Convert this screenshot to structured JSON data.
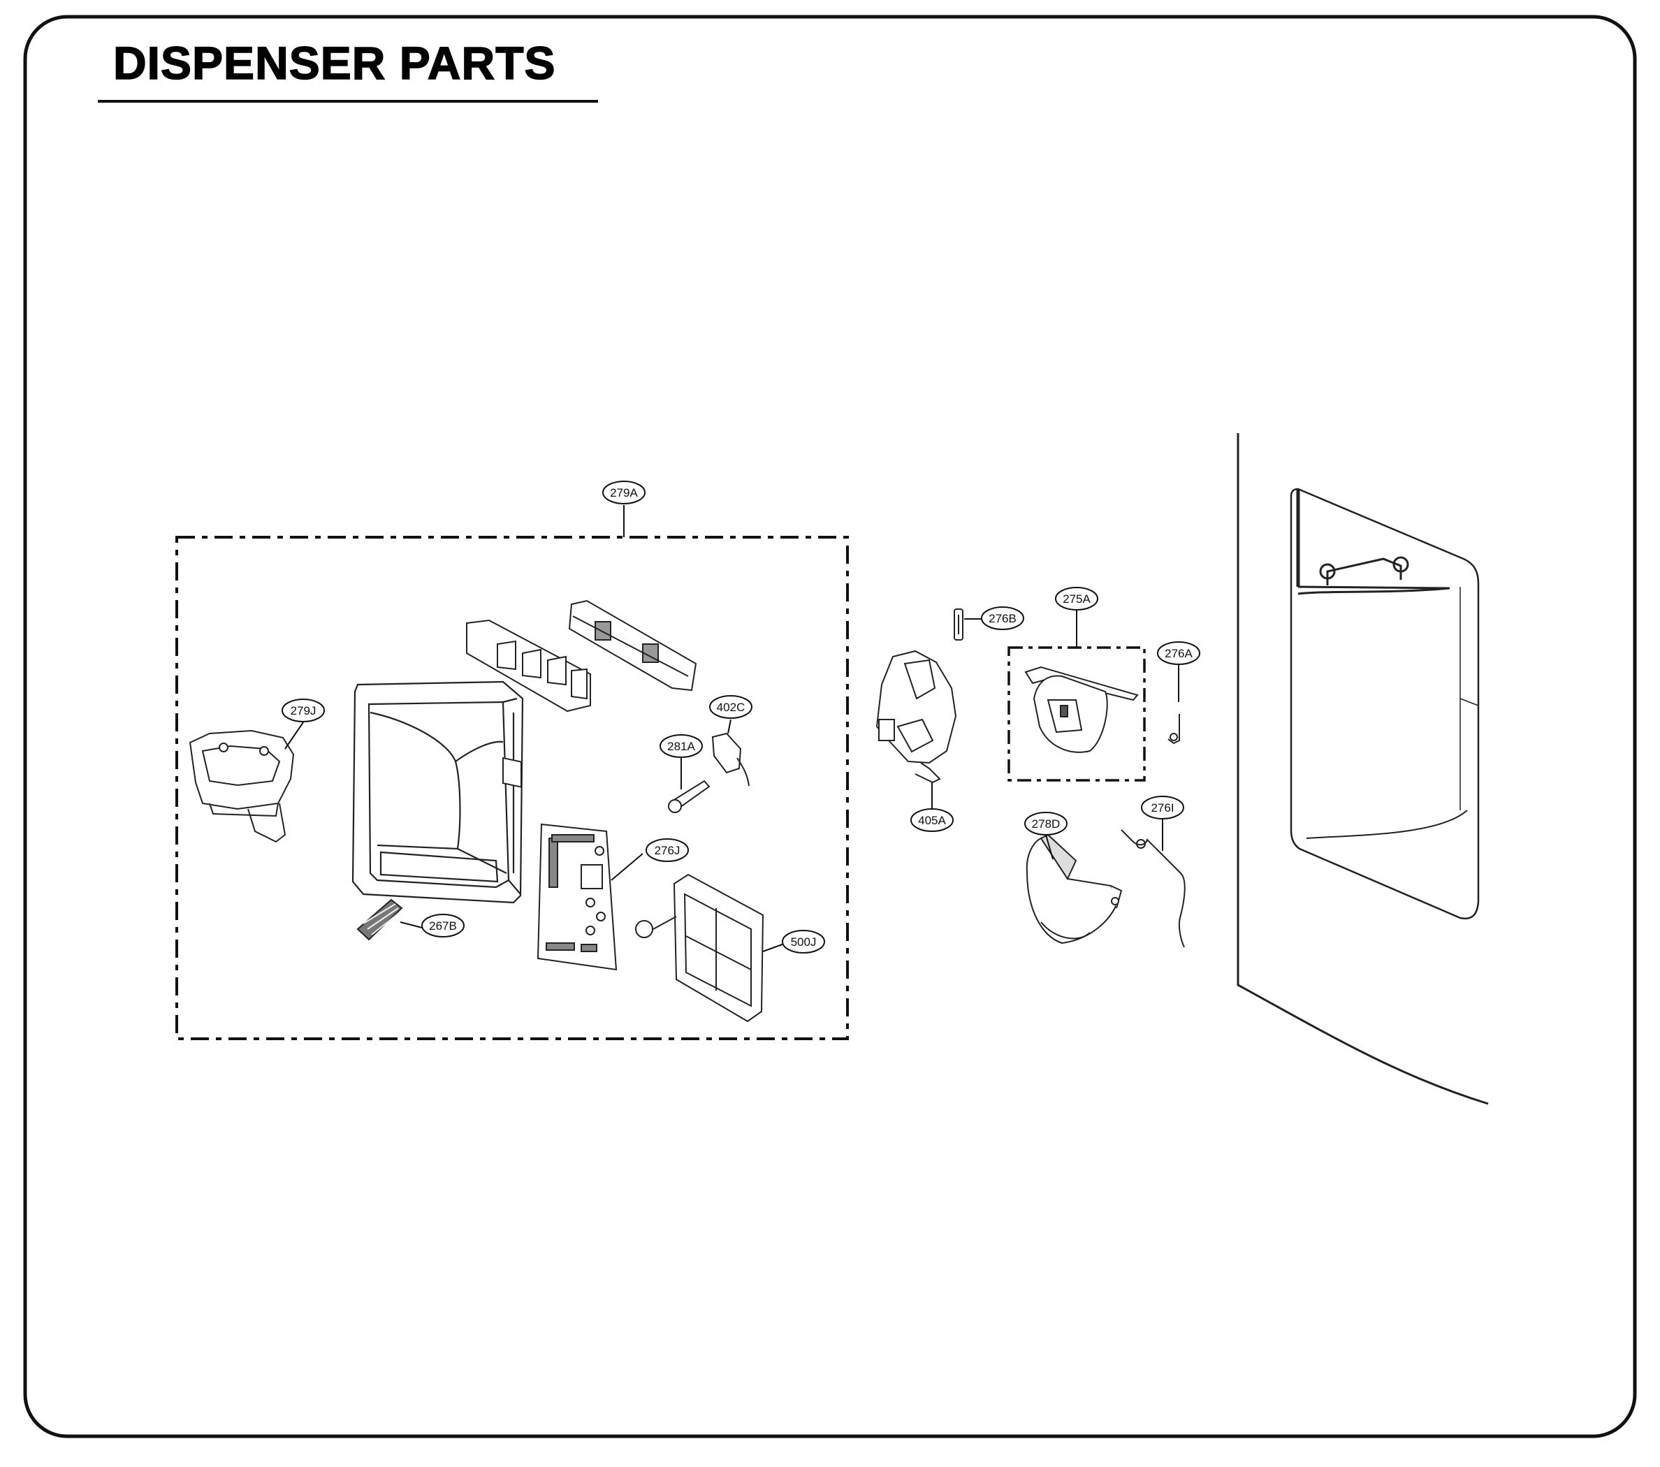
{
  "page": {
    "title": "DISPENSER PARTS"
  },
  "callouts": [
    {
      "id": "279A",
      "label": "279A"
    },
    {
      "id": "279J",
      "label": "279J"
    },
    {
      "id": "402C",
      "label": "402C"
    },
    {
      "id": "281A",
      "label": "281A"
    },
    {
      "id": "276J",
      "label": "276J"
    },
    {
      "id": "267B",
      "label": "267B"
    },
    {
      "id": "500J",
      "label": "500J"
    },
    {
      "id": "276B",
      "label": "276B"
    },
    {
      "id": "275A",
      "label": "275A"
    },
    {
      "id": "276A",
      "label": "276A"
    },
    {
      "id": "405A",
      "label": "405A"
    },
    {
      "id": "278D",
      "label": "278D"
    },
    {
      "id": "276I",
      "label": "276I"
    }
  ]
}
